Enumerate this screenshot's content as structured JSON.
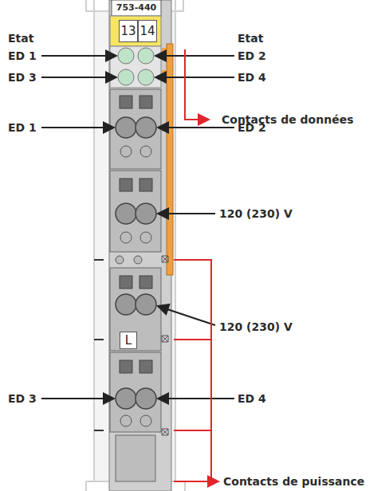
{
  "diagram": {
    "nodes": [
      {
        "text": [
          "13"
        ]
      },
      {
        "text": [
          "14"
        ]
      },
      {
        "text": [
          "L"
        ]
      }
    ],
    "labels": [
      "753-440",
      "Etat",
      "ED 1",
      "ED 3",
      "Etat",
      "ED 2",
      "ED 4",
      "Contacts de données",
      "ED 1",
      "ED 2",
      "120 (230) V",
      "120 (230) V",
      "ED 3",
      "ED 4",
      "Contacts de puissance"
    ]
  }
}
